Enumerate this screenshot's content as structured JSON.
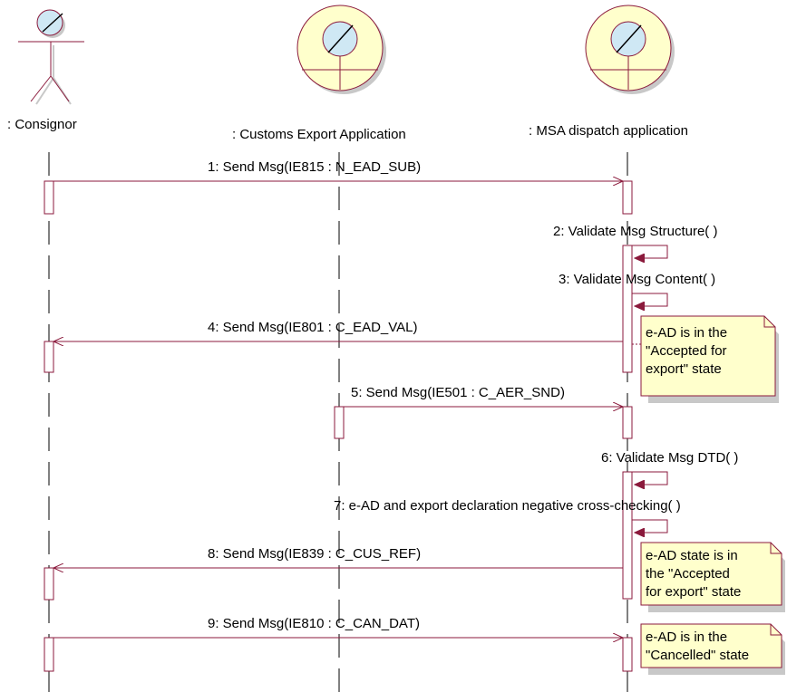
{
  "colors": {
    "line": "#8b1a3c",
    "note_fill": "#ffffcc",
    "activation_fill": "#ffffff",
    "shadow": "#c8c8c8",
    "icon_fill": "#ffffcc",
    "lens_fill": "#cfe8f4"
  },
  "lifelines": [
    {
      "name": ": Consignor",
      "icon": "actor-icon"
    },
    {
      "name": ": Customs Export Application",
      "icon": "business-worker-icon"
    },
    {
      "name": ": MSA dispatch application",
      "icon": "business-worker-icon"
    }
  ],
  "messages": [
    {
      "label": "1: Send Msg(IE815 : N_EAD_SUB)",
      "from": 0,
      "to": 2,
      "kind": "async"
    },
    {
      "label": "2: Validate Msg Structure( )",
      "from": 2,
      "to": 2,
      "kind": "self"
    },
    {
      "label": "3: Validate Msg Content( )",
      "from": 2,
      "to": 2,
      "kind": "self"
    },
    {
      "label": "4: Send Msg(IE801 : C_EAD_VAL)",
      "from": 2,
      "to": 0,
      "kind": "async"
    },
    {
      "label": "5: Send Msg(IE501 : C_AER_SND)",
      "from": 1,
      "to": 2,
      "kind": "async"
    },
    {
      "label": "6: Validate Msg DTD( )",
      "from": 2,
      "to": 2,
      "kind": "self"
    },
    {
      "label": "7: e-AD and export declaration negative cross-checking( )",
      "from": 2,
      "to": 2,
      "kind": "self"
    },
    {
      "label": "8: Send Msg(IE839 : C_CUS_REF)",
      "from": 2,
      "to": 0,
      "kind": "async"
    },
    {
      "label": "9: Send Msg(IE810 : C_CAN_DAT)",
      "from": 0,
      "to": 2,
      "kind": "async"
    }
  ],
  "notes": [
    {
      "lines": [
        "e-AD is in the",
        "\"Accepted for",
        "export\" state"
      ]
    },
    {
      "lines": [
        "e-AD state is in",
        "the \"Accepted",
        "for export\" state"
      ]
    },
    {
      "lines": [
        "e-AD is in the",
        "\"Cancelled\" state"
      ]
    }
  ]
}
